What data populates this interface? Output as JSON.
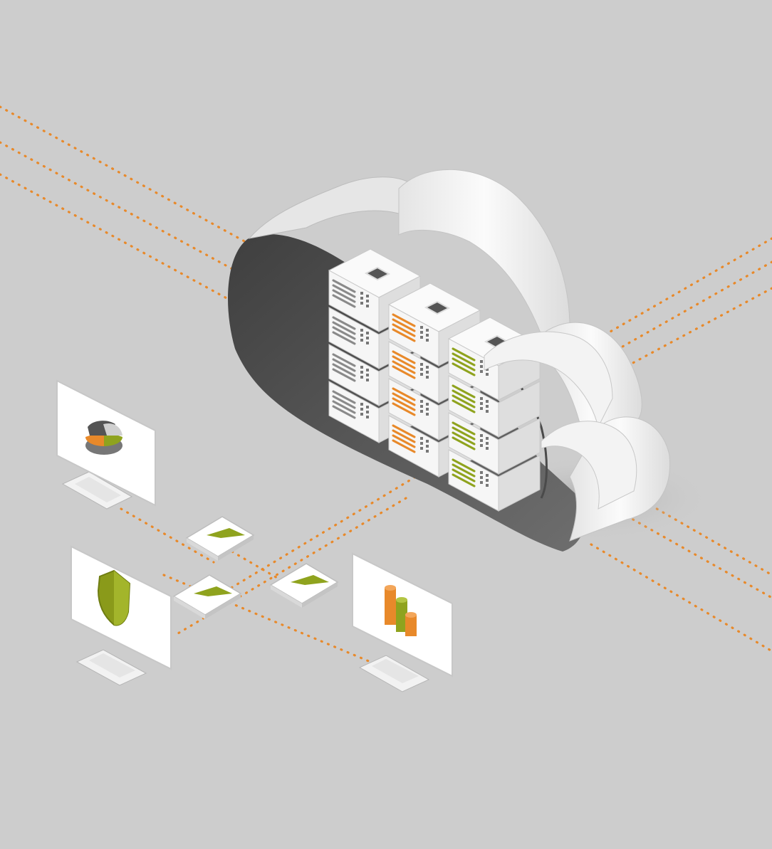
{
  "colors": {
    "background": "#cdcdcd",
    "accent_orange": "#e8892a",
    "accent_green": "#8fa31e",
    "cloud_face": "#f2f2f2",
    "cloud_interior": "#5a5a5a",
    "server_body": "#f4f4f4"
  },
  "scene": {
    "cloud": {
      "icon": "cloud-icon"
    },
    "server_racks": [
      {
        "icon": "server-rack-icon",
        "accent": "gray",
        "units": 4
      },
      {
        "icon": "server-rack-icon",
        "accent": "orange",
        "units": 4
      },
      {
        "icon": "server-rack-icon",
        "accent": "green",
        "units": 4
      }
    ],
    "monitors": [
      {
        "icon": "pie-chart-icon"
      },
      {
        "icon": "shield-icon"
      },
      {
        "icon": "bar-chart-icon"
      }
    ],
    "envelopes": [
      {
        "icon": "envelope-icon"
      },
      {
        "icon": "envelope-icon"
      },
      {
        "icon": "envelope-icon"
      }
    ],
    "network_lines": {
      "style": "dotted",
      "color": "#e8892a"
    }
  }
}
